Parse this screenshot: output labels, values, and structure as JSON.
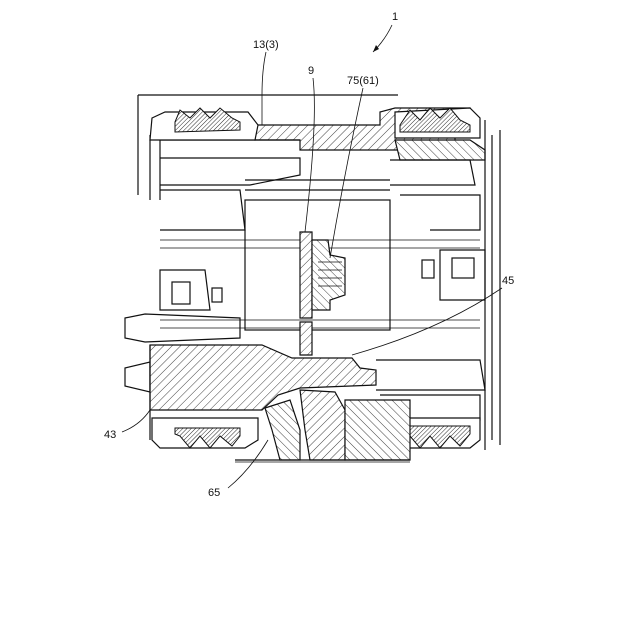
{
  "labels": {
    "ref_1": "1",
    "ref_13_3": "13(3)",
    "ref_9": "9",
    "ref_75_61": "75(61)",
    "ref_45": "45",
    "ref_43": "43",
    "ref_65": "65"
  }
}
